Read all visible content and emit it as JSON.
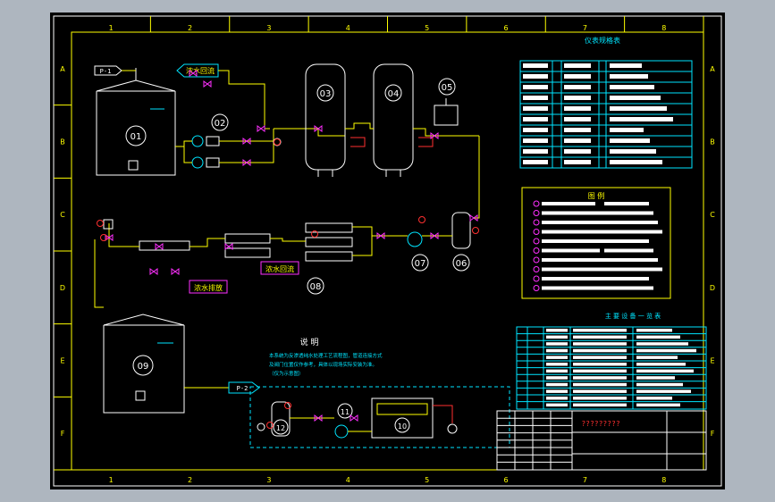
{
  "drawing": {
    "equipment_labels": [
      "01",
      "02",
      "03",
      "04",
      "05",
      "06",
      "07",
      "08",
      "09",
      "10",
      "11",
      "12"
    ],
    "grid_columns": [
      "1",
      "2",
      "3",
      "4",
      "5",
      "6",
      "7",
      "8"
    ],
    "grid_rows": [
      "A",
      "B",
      "C",
      "D",
      "E",
      "F"
    ],
    "callouts": {
      "top_left_tag": "P-1",
      "concentrate": "浓水回流",
      "product_water": "浓水回流",
      "drain": "浓水排放",
      "bottom_outlet": "P-2"
    },
    "notes_title": "说 明",
    "notes_lines": [
      "本系统为反渗透纯水处理工艺流程图，管道连接方式",
      "及阀门位置仅作参考，具体以现场实际安装为准。",
      "（仅为示意图）"
    ],
    "table_titles": {
      "instrument_table": "仪表规格表",
      "legend_box": "图 例",
      "equipment_table": "主 要 设 备 一 览 表"
    },
    "title_block_code": "?????????"
  },
  "colors": {
    "background": "#000000",
    "frame": "#ffff00",
    "pipe": "#ffff00",
    "equipment": "#ffffff",
    "table": "#00e5ff",
    "valve": "#ff2fff",
    "pump": "#00e5ff"
  }
}
